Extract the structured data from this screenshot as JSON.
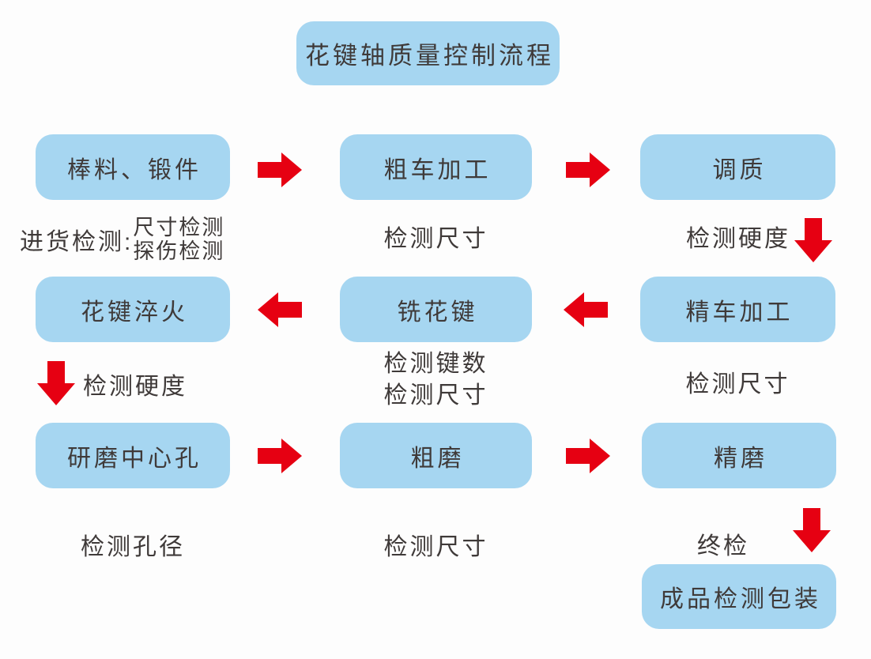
{
  "title": "花键轴质量控制流程",
  "colors": {
    "node_fill": "#a6d6f1",
    "arrow_red": "#e60012",
    "text_color": "#3f3a39",
    "bg": "#fdfdfd"
  },
  "nodes": {
    "raw_material": "棒料、锻件",
    "rough_turning": "粗车加工",
    "quench_temper": "调质",
    "spline_quench": "花键淬火",
    "spline_milling": "铣花键",
    "finish_turning": "精车加工",
    "grind_center_hole": "研磨中心孔",
    "rough_grinding": "粗磨",
    "finish_grinding": "精磨",
    "final_packaging": "成品检测包装"
  },
  "annotations": {
    "incoming_label": "进货检测:",
    "incoming_check1": "尺寸检测",
    "incoming_check2": "探伤检测",
    "row1_center": "检测尺寸",
    "row1_right": "检测硬度",
    "row2_left": "检测硬度",
    "row2_center_line1": "检测键数",
    "row2_center_line2": "检测尺寸",
    "row2_right": "检测尺寸",
    "row3_left": "检测孔径",
    "row3_center": "检测尺寸",
    "row3_right": "终检"
  }
}
